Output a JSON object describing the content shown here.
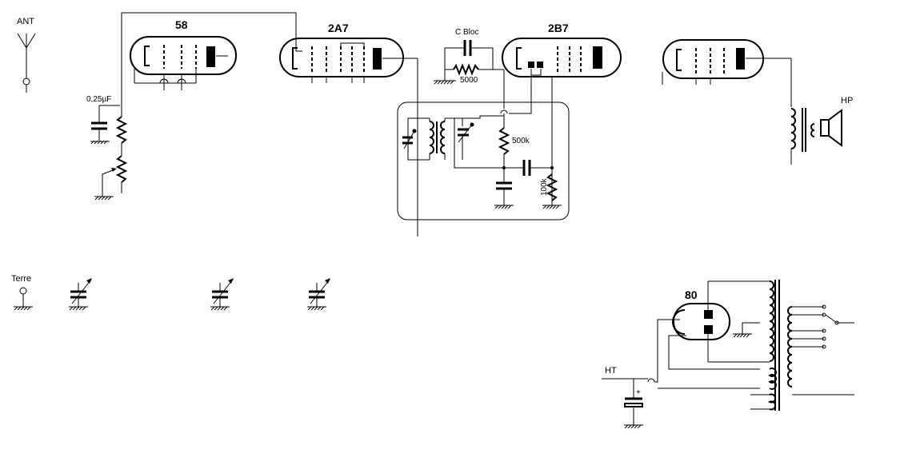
{
  "tubes": {
    "t58": "58",
    "t2a7": "2A7",
    "t2b7": "2B7",
    "t80": "80"
  },
  "labels": {
    "antenna": "ANT",
    "ground": "Terre",
    "capacitor_025": "0,25µF",
    "cbloc": "C Bloc",
    "r5000": "5000",
    "r500k": "500k",
    "r100k": "100k",
    "speaker": "HP",
    "ht": "HT",
    "plus": "+"
  }
}
